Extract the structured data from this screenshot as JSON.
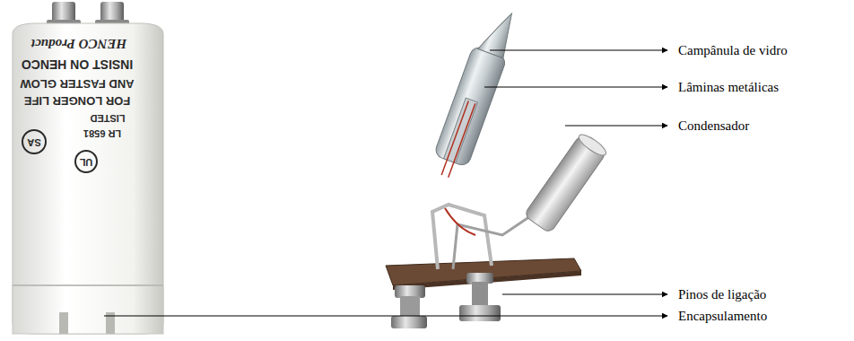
{
  "diagram": {
    "labels": [
      "HENCO Product",
      "INSIST ON HENCO",
      "AND FASTER GLOW",
      "FOR LONGER LIFE",
      "LISTED",
      "LR 6581",
      "SA",
      "UL",
      "Campânula de vidro",
      "Lâminas metálicas",
      "Condensador",
      "Pinos de ligação",
      "Encapsulamento"
    ]
  }
}
